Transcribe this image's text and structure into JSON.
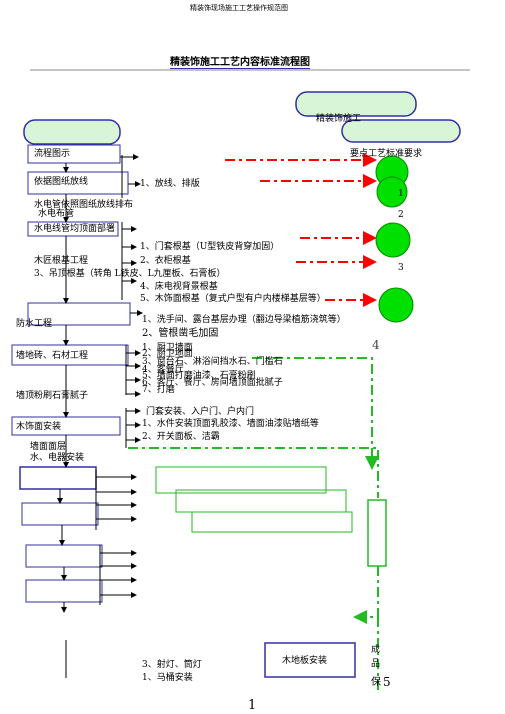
{
  "header": "精装饰现场施工工艺操作规范图",
  "title": "精装饰施工工艺内容标准流程图",
  "top_right_box": "精装饰施工",
  "left": {
    "flow_label": "流程图示",
    "step1": "依据图纸放线",
    "step2a": "水电管依照图纸放线排布",
    "step2b": "水电布管",
    "step3": "水电线管均顶面部署",
    "step4": "木匠根基工程",
    "step5": "3、吊顶根基（转角 L铁皮、L九厘板、石膏板）",
    "step6": "防水工程",
    "step7": "墙地砖、石材工程",
    "step8": "墙顶粉刷石膏腻子",
    "step9": "木饰面安装",
    "step10a": "墙面面层",
    "step10b": "水、电器安装"
  },
  "middle": {
    "m1": "1、放线、排版",
    "m2": "1、门套根基（U型铁皮背穿加固）",
    "m3": "2、衣柜根基",
    "m4": "4、床电视背景根基",
    "m5": "5、木饰面根基（复式户型有户内楼梯基层等）",
    "m6": "1、洗手间、露台基层办理（翻边导梁植筋浇筑等）",
    "m7": "2、管根凿毛加固",
    "m8a": "1、厨卫墙面",
    "m8b": "2、厨卫地面",
    "m8c": "3、窗台石、淋浴间挡水石、门槛石",
    "m8d": "4、客餐厅",
    "m8e": "5、墙面打磨油漆、石膏粉刷",
    "m8f": "6、客厅、餐厅、房间墙顶面批腻子",
    "m8g": "7、打磨",
    "m9": "门套安装、入户门、户内门",
    "m10": "1、水件安装顶面乳胶漆、墙面油漆贴墙纸等",
    "m11": "2、开关面板、洁霸",
    "m12": "3、射灯、筒灯",
    "m13": "1、马桶安装",
    "m14": "木地板安装"
  },
  "right": {
    "key": "要点工艺标准要求",
    "n1": "1",
    "n2": "2",
    "n3": "3",
    "n4": "4",
    "n5a": "成",
    "n5b": "品",
    "n5c": "保",
    "n5d": "5"
  },
  "page_number": "1",
  "colors": {
    "green": "#00e000",
    "red": "#ff0000",
    "blue": "#3030a0",
    "lime": "#22bb22"
  }
}
